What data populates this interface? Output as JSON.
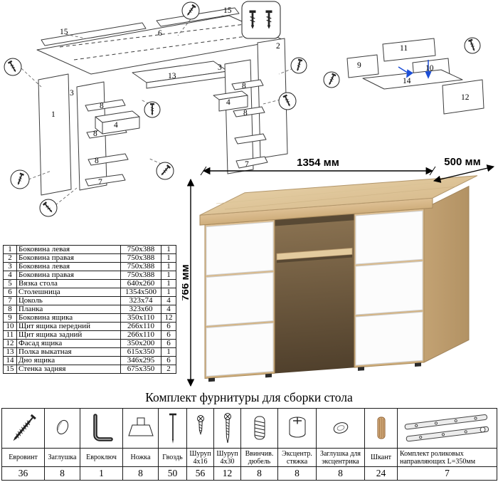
{
  "hardware_title": "Комплект фурнитуры для сборки стола",
  "dimensions": {
    "width": "1354 мм",
    "depth": "500 мм",
    "height": "766 мм"
  },
  "parts_table": {
    "rows": [
      {
        "num": "1",
        "name": "Боковина левая",
        "size": "750x388",
        "qty": "1"
      },
      {
        "num": "2",
        "name": "Боковина правая",
        "size": "750x388",
        "qty": "1"
      },
      {
        "num": "3",
        "name": "Боковина левая",
        "size": "750x388",
        "qty": "1"
      },
      {
        "num": "4",
        "name": "Боковина правая",
        "size": "750x388",
        "qty": "1"
      },
      {
        "num": "5",
        "name": "Вязка стола",
        "size": "640x260",
        "qty": "1"
      },
      {
        "num": "6",
        "name": "Столешница",
        "size": "1354x500",
        "qty": "1"
      },
      {
        "num": "7",
        "name": "Цоколь",
        "size": "323x74",
        "qty": "4"
      },
      {
        "num": "8",
        "name": "Планка",
        "size": "323x60",
        "qty": "4"
      },
      {
        "num": "9",
        "name": "Боковина ящика",
        "size": "350x110",
        "qty": "12"
      },
      {
        "num": "10",
        "name": "Щит ящика передний",
        "size": "266x110",
        "qty": "6"
      },
      {
        "num": "11",
        "name": "Щит ящика задний",
        "size": "266x110",
        "qty": "6"
      },
      {
        "num": "12",
        "name": "Фасад ящика",
        "size": "350x200",
        "qty": "6"
      },
      {
        "num": "13",
        "name": "Полка выкатная",
        "size": "615x350",
        "qty": "1"
      },
      {
        "num": "14",
        "name": "Дно ящика",
        "size": "346x295",
        "qty": "6"
      },
      {
        "num": "15",
        "name": "Стенка задняя",
        "size": "675x350",
        "qty": "2"
      }
    ]
  },
  "hardware": {
    "items": [
      {
        "name": "Евровинт",
        "qty": "36",
        "icon": "confirmat-screw-icon"
      },
      {
        "name": "Заглушка",
        "qty": "8",
        "icon": "cap-icon"
      },
      {
        "name": "Евроключ",
        "qty": "1",
        "icon": "hex-key-icon"
      },
      {
        "name": "Ножка",
        "qty": "8",
        "icon": "foot-icon"
      },
      {
        "name": "Гвоздь",
        "qty": "50",
        "icon": "nail-icon"
      },
      {
        "name": "Шуруп 4x16",
        "qty": "56",
        "icon": "screw-short-icon"
      },
      {
        "name": "Шуруп 4x30",
        "qty": "12",
        "icon": "screw-long-icon"
      },
      {
        "name": "Ввинчив. дюбель",
        "qty": "8",
        "icon": "threaded-dowel-icon"
      },
      {
        "name": "Эксцентр. стяжка",
        "qty": "8",
        "icon": "cam-lock-icon"
      },
      {
        "name": "Заглушка для эксцентрика",
        "qty": "8",
        "icon": "cam-cap-icon"
      },
      {
        "name": "Шкант",
        "qty": "24",
        "icon": "wooden-dowel-icon"
      },
      {
        "name": "Комплект роликовых направляющих L=350мм",
        "qty": "7",
        "icon": "drawer-slides-icon"
      }
    ]
  },
  "assembly_diagram": {
    "labels": [
      "15",
      "6",
      "15",
      "1",
      "3",
      "8",
      "4",
      "8",
      "8",
      "13",
      "7",
      "2",
      "3",
      "8",
      "4",
      "8",
      "7"
    ]
  },
  "drawer_diagram": {
    "labels": [
      "11",
      "9",
      "10",
      "14",
      "12"
    ]
  }
}
